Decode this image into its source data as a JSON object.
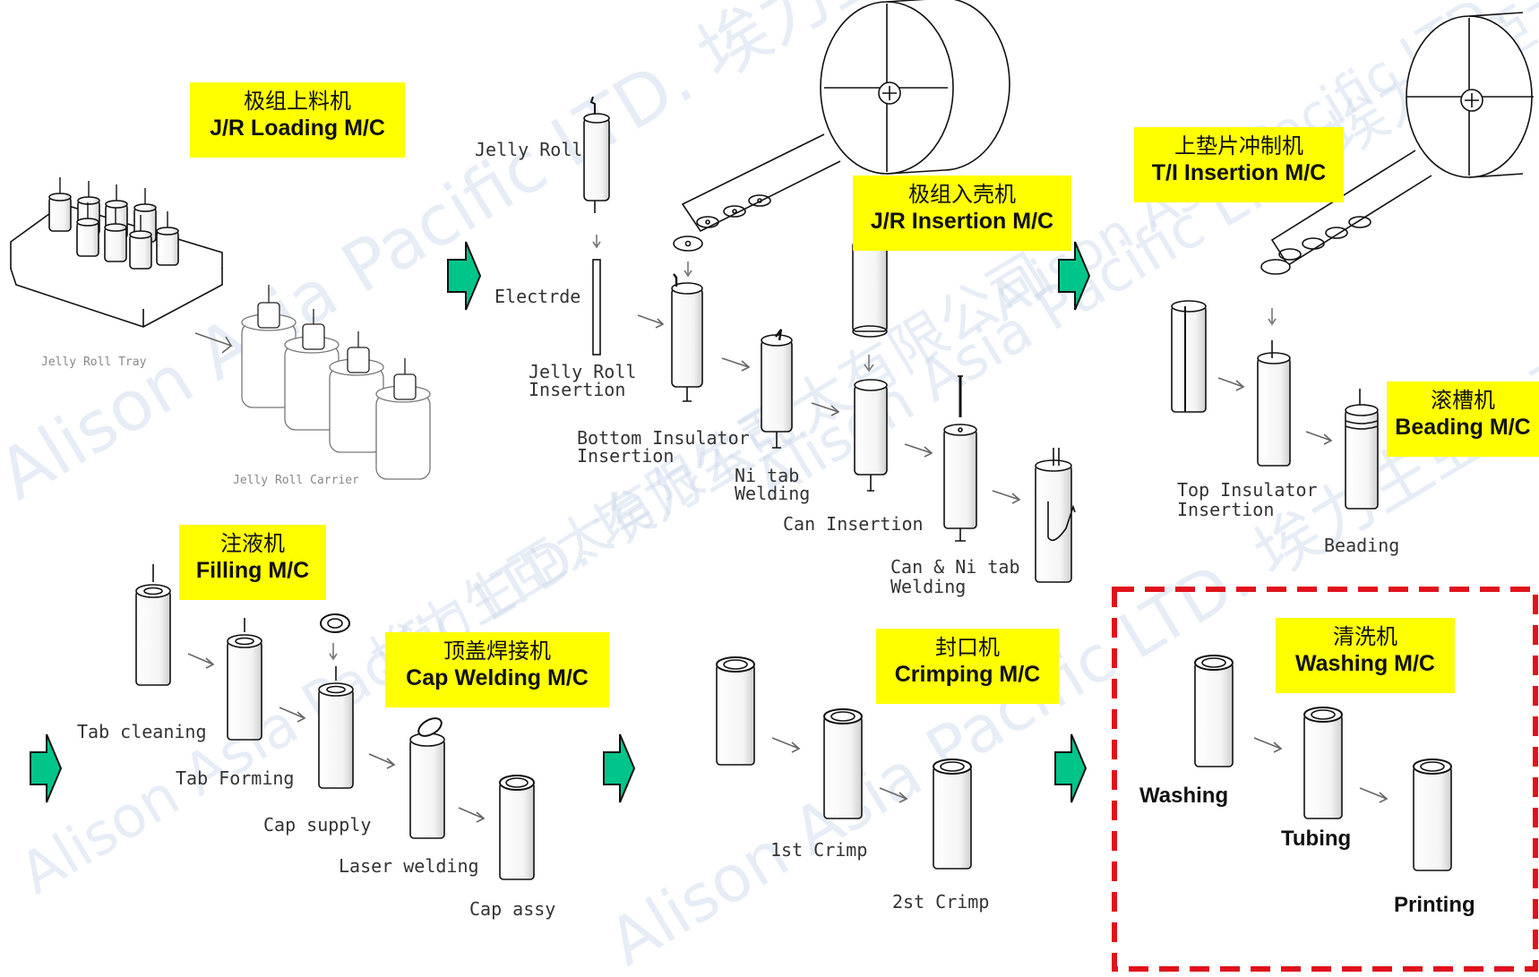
{
  "stations": {
    "jr_loading": {
      "cn": "极组上料机",
      "en": "J/R Loading M/C"
    },
    "jr_insertion": {
      "cn": "极组入壳机",
      "en": "J/R Insertion M/C"
    },
    "ti_insertion": {
      "cn": "上垫片冲制机",
      "en": "T/I Insertion M/C"
    },
    "beading": {
      "cn": "滚槽机",
      "en": "Beading M/C"
    },
    "filling": {
      "cn": "注液机",
      "en": "Filling M/C"
    },
    "cap_welding": {
      "cn": "顶盖焊接机",
      "en": "Cap Welding M/C"
    },
    "crimping": {
      "cn": "封口机",
      "en": "Crimping M/C"
    },
    "washing": {
      "cn": "清洗机",
      "en": "Washing M/C"
    }
  },
  "labels": {
    "jelly_roll_tray": "Jelly Roll Tray",
    "jelly_roll_carrier": "Jelly Roll Carrier",
    "jelly_roll": "Jelly Roll",
    "electrode": "Electrde",
    "jelly_roll_insertion_1": "Jelly Roll",
    "jelly_roll_insertion_2": "Insertion",
    "bottom_insulator_1": "Bottom Insulator",
    "bottom_insulator_2": "Insertion",
    "ni_tab_1": "Ni tab",
    "ni_tab_2": "Welding",
    "can_insertion": "Can Insertion",
    "can_ni_1": "Can & Ni tab",
    "can_ni_2": "Welding",
    "top_insulator_1": "Top Insulator",
    "top_insulator_2": "Insertion",
    "beading": "Beading",
    "tab_cleaning": "Tab cleaning",
    "tab_forming": "Tab Forming",
    "cap_supply": "Cap supply",
    "laser_welding": "Laser welding",
    "cap_assy": "Cap assy",
    "first_crimp": "1st Crimp",
    "second_crimp": "2st Crimp",
    "washing": "Washing",
    "tubing": "Tubing",
    "printing": "Printing"
  },
  "watermark": {
    "w1": "Alison Asia Pacific LTD. 埃力生亞太有限公司",
    "w2": "埃力生亞太有限公司",
    "w3": "Alison Asia Pacific LTD. 埃力生亞太有限公司",
    "w4": "Alison Asia Pacific LTD. 埃力生亞太有限公司",
    "w5": "Alison Asia Pacific LTD. 埃力生亞太有限公司",
    "w6": "Alison Asia Pacific LTD."
  },
  "colors": {
    "label_bg": "#ffff00",
    "flow_arrow": "#00c58a",
    "highlight_border": "#e0121c"
  }
}
